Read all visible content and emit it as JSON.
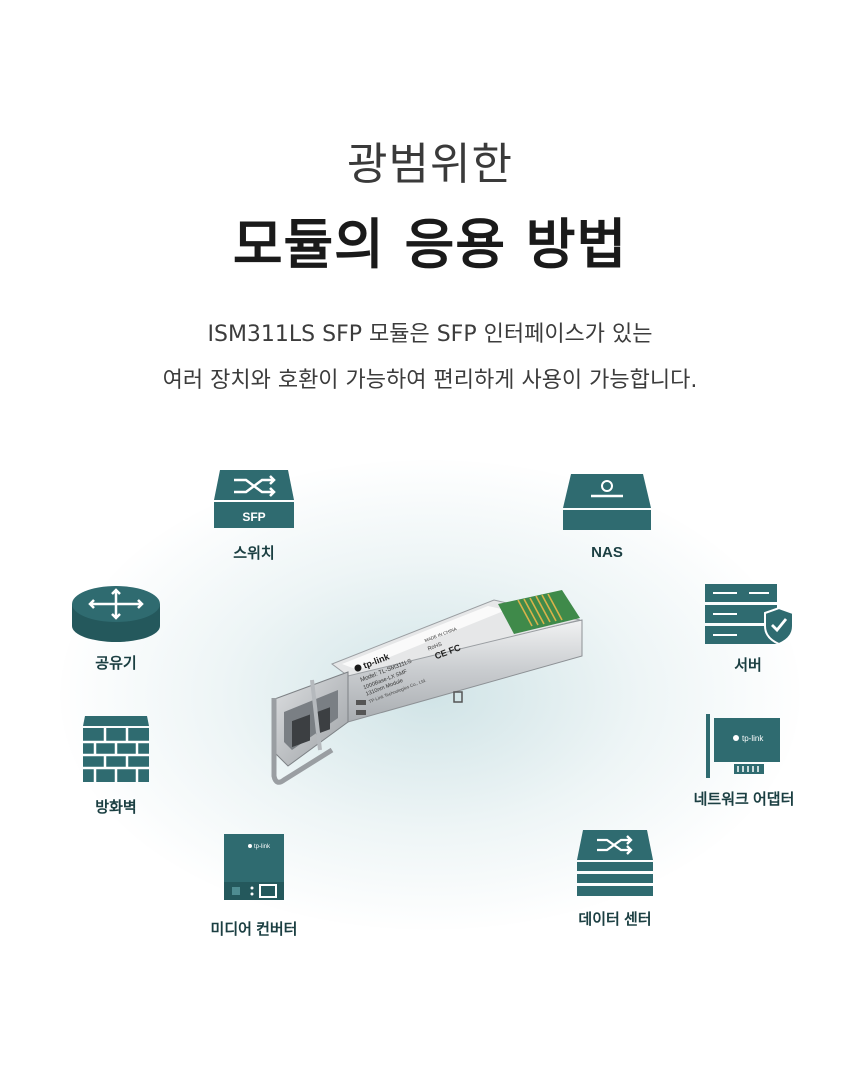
{
  "header": {
    "title_light": "광범위한",
    "title_bold": "모듈의 응용 방법",
    "desc_line1": "ISM311LS SFP 모듈은 SFP 인터페이스가 있는",
    "desc_line2": "여러 장치와 호환이 가능하여 편리하게 사용이 가능합니다."
  },
  "devices": {
    "switch": {
      "label": "스위치",
      "badge": "SFP",
      "icon": "switch-icon"
    },
    "nas": {
      "label": "NAS",
      "icon": "nas-icon"
    },
    "router": {
      "label": "공유기",
      "icon": "router-icon"
    },
    "server": {
      "label": "서버",
      "icon": "server-shield-icon"
    },
    "firewall": {
      "label": "방화벽",
      "icon": "firewall-icon"
    },
    "network_adapter": {
      "label": "네트워크 어댑터",
      "brand": "tp-link",
      "icon": "network-adapter-icon"
    },
    "media_converter": {
      "label": "미디어 컨버터",
      "brand": "tp-link",
      "icon": "media-converter-icon"
    },
    "data_center": {
      "label": "데이터 센터",
      "icon": "data-center-icon"
    }
  },
  "module": {
    "brand": "tp-link",
    "model_line": "Model: TL-SM311LS",
    "spec_line1": "1000Base-LX SMF",
    "spec_line2": "1310nm Module",
    "made_in": "MADE IN CHINA",
    "rohs": "RoHS",
    "marks": "CE FC",
    "company": "TP-Link Technologies Co., Ltd."
  },
  "colors": {
    "teal": "#2f6b70",
    "teal_dark": "#24585c",
    "label": "#1b3f42"
  }
}
